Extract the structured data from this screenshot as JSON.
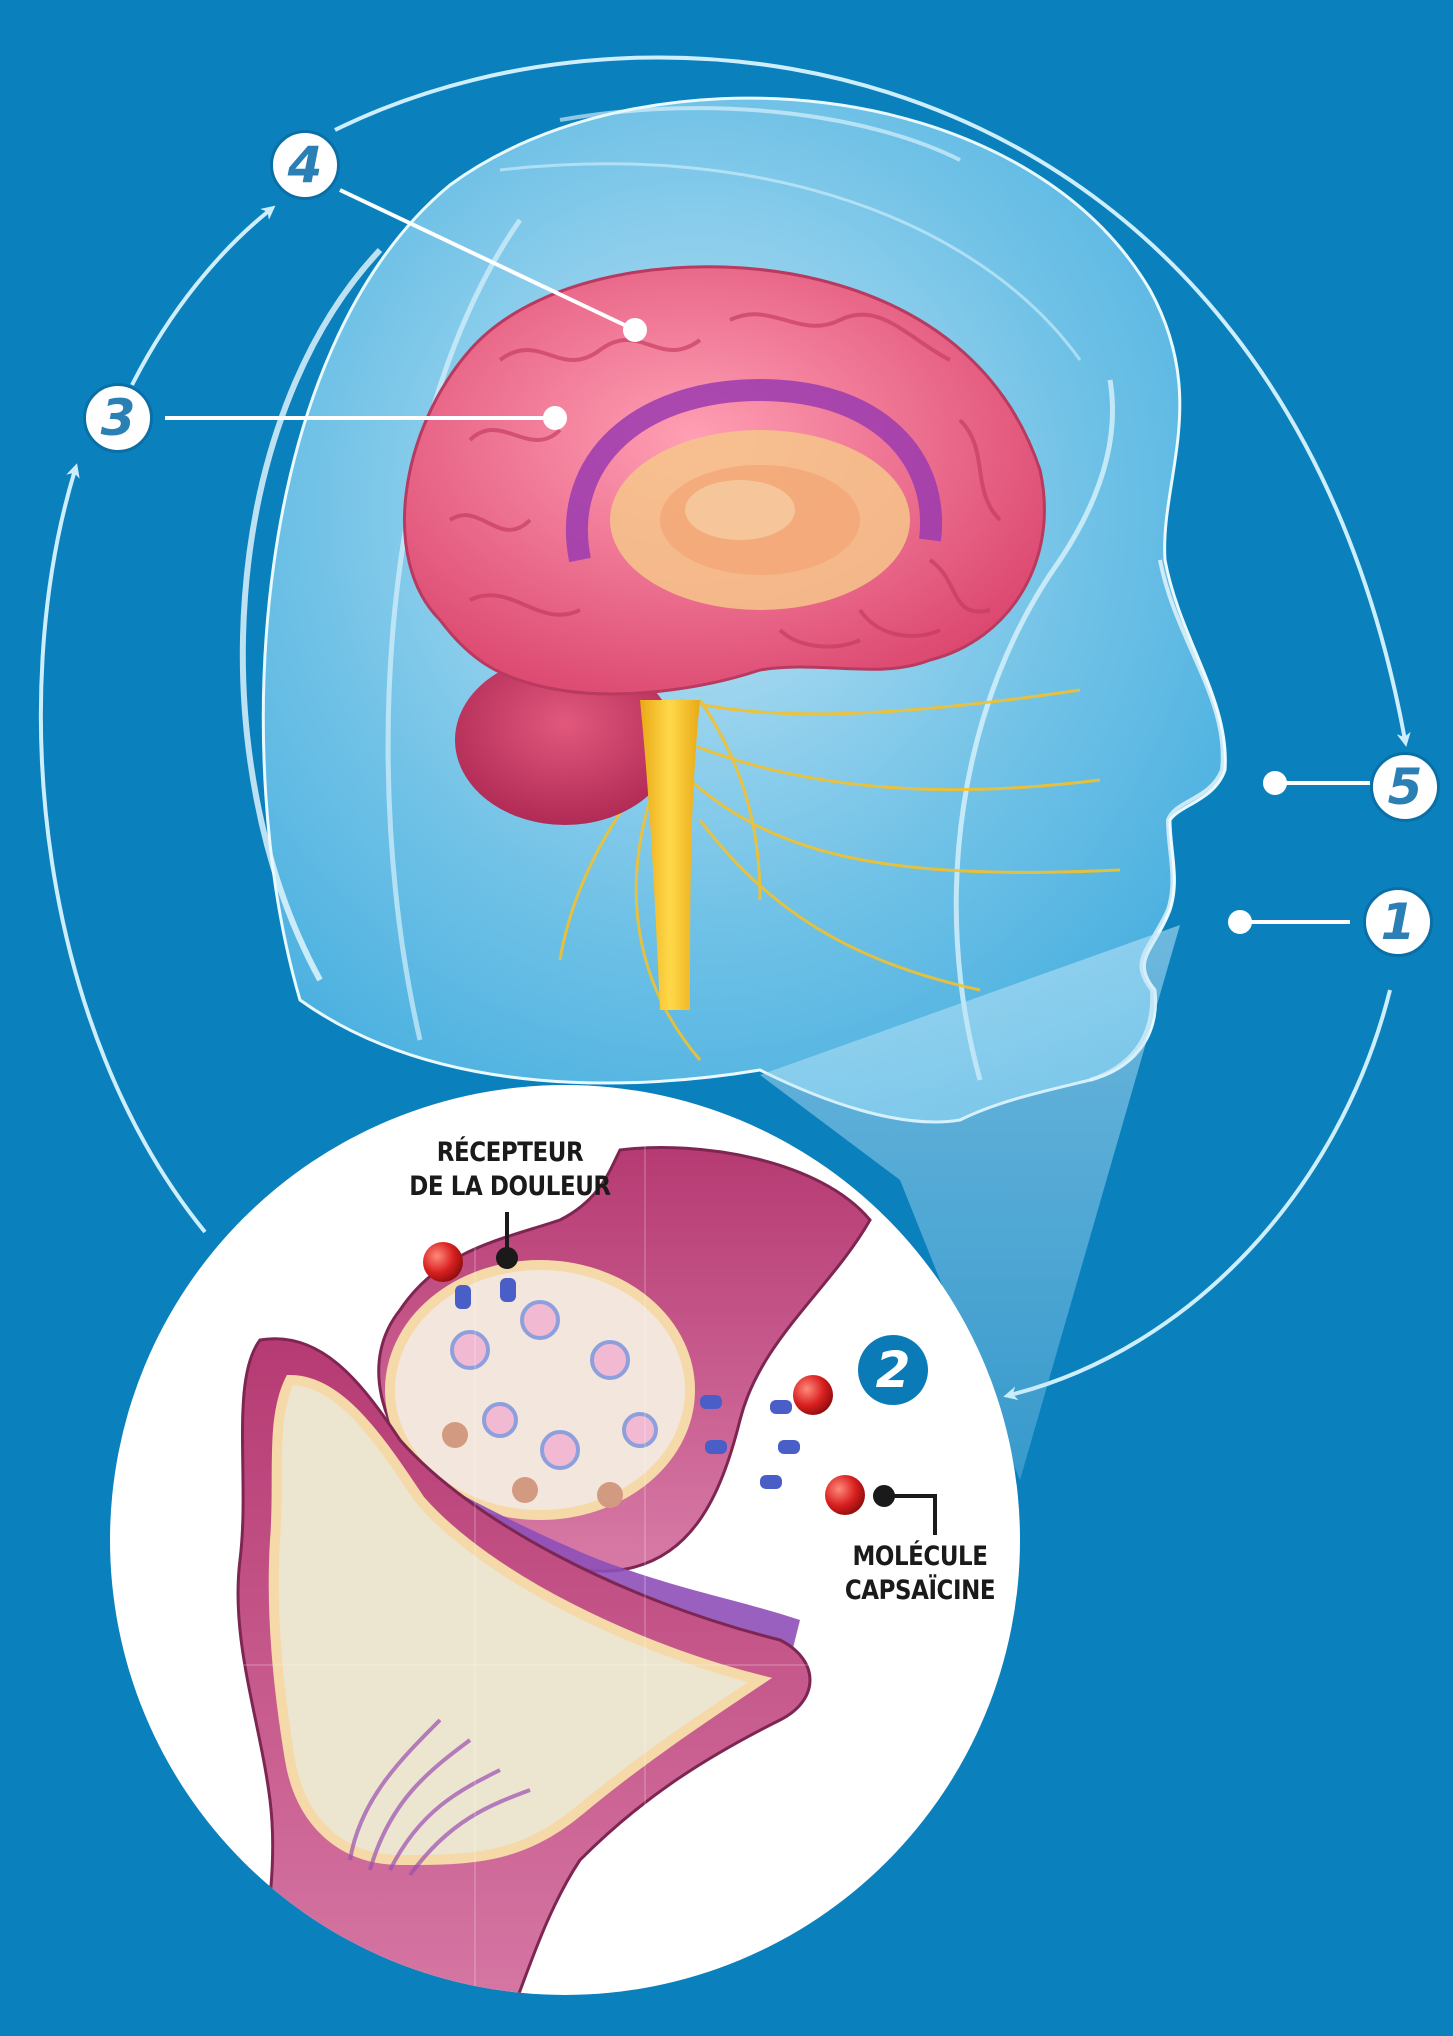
{
  "steps": [
    "1",
    "2",
    "3",
    "4",
    "5"
  ],
  "labels": {
    "pain_receptor": [
      "RÉCEPTEUR",
      "DE LA DOULEUR"
    ],
    "capsaicin_molecule": [
      "MOLÉCULE",
      "CAPSAÏCINE"
    ]
  },
  "colors": {
    "background": "#0a80bd",
    "head": "#cfeefc",
    "brain": "#e8607f",
    "nerve": "#f3c12e",
    "neuron": "#c24b7f",
    "molecule": "#d81f1f",
    "receptor": "#4a5ec8",
    "badge_text": "#2a7fb5"
  },
  "icons": [
    "head-silhouette",
    "brain-illustration",
    "spinal-cord",
    "synapse-illustration",
    "capsaicin-molecule-icon",
    "pain-receptor-icon",
    "cycle-arrow-icon"
  ]
}
